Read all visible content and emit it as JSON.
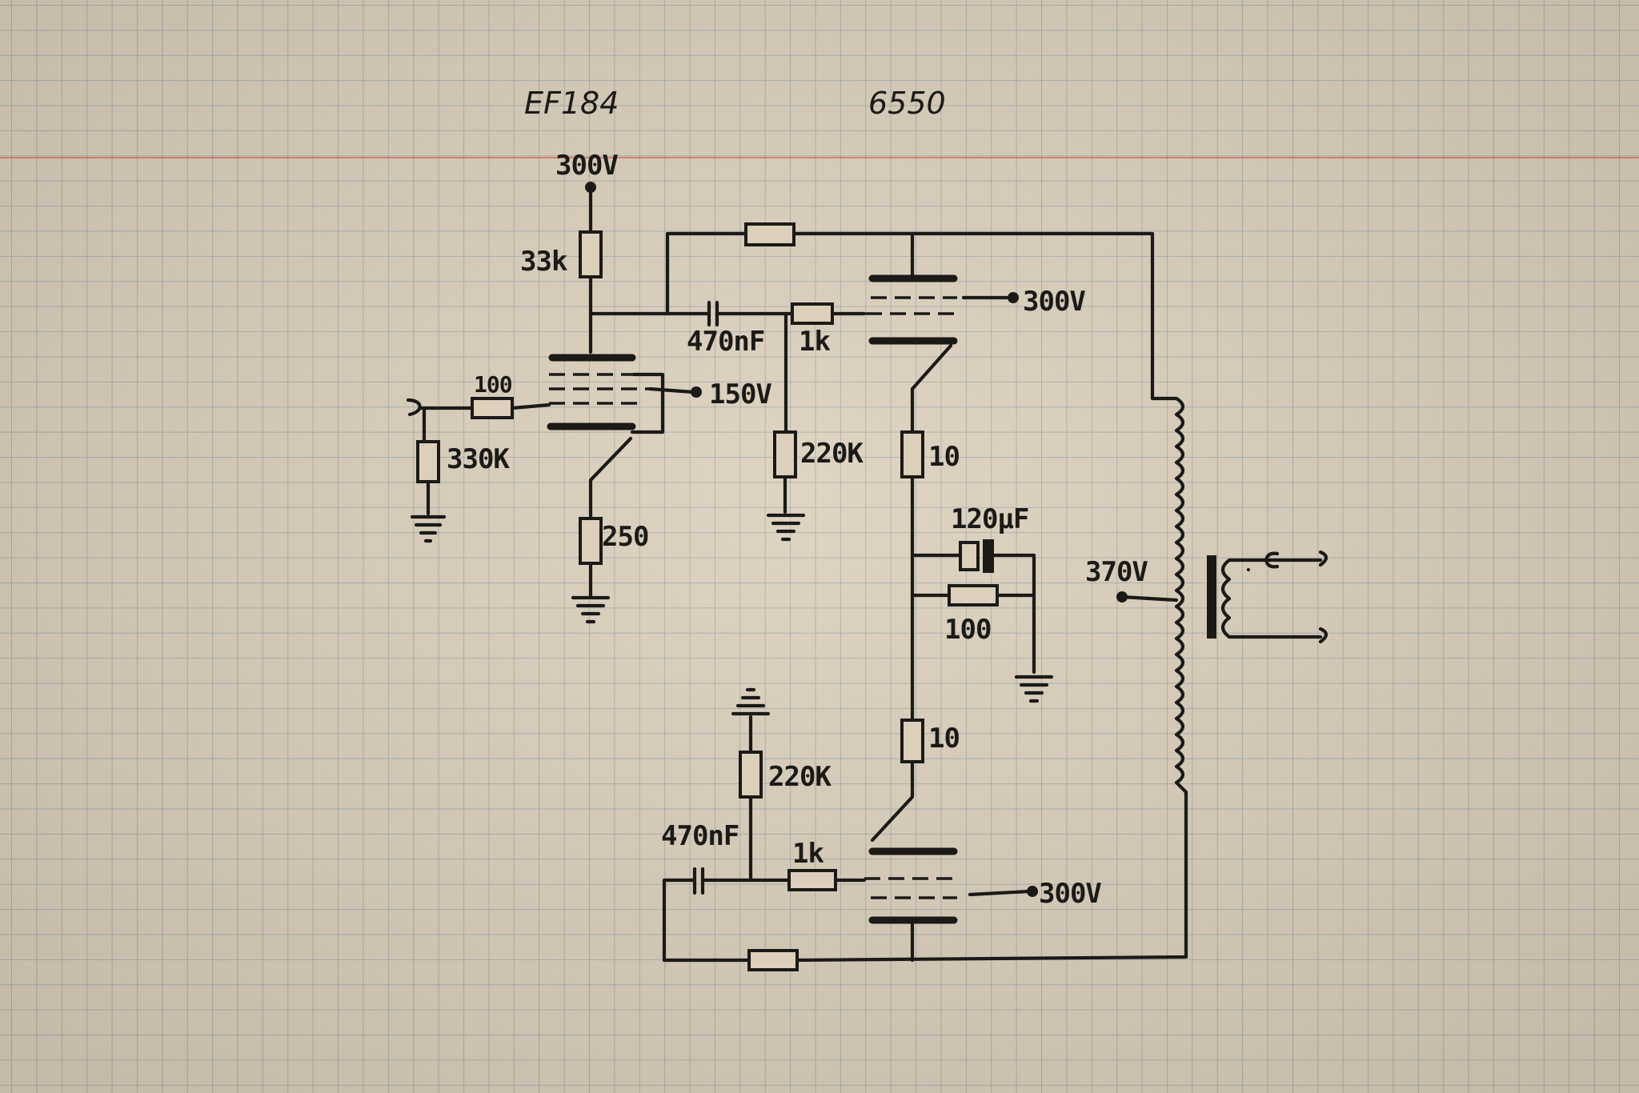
{
  "titles": {
    "driver_tube": "EF184",
    "output_tube": "6550"
  },
  "labels": {
    "supply_top": "300V",
    "r_anode": "33k",
    "c_coupling_top": "470nF",
    "r_grid_stop_top": "1k",
    "supply_g2_top": "300V",
    "screen_supply": "150V",
    "r_input_stop": "100",
    "r_input_leak": "330K",
    "r_grid_leak_top": "220K",
    "r_cathode": "250",
    "r_cath_top": "10",
    "c_cath": "120µF",
    "r_cath_shared": "100",
    "b_plus": "370V",
    "r_cath_bottom": "10",
    "r_grid_leak_bottom": "220K",
    "c_coupling_bottom": "470nF",
    "r_grid_stop_bottom": "1k",
    "supply_g2_bottom": "300V"
  }
}
